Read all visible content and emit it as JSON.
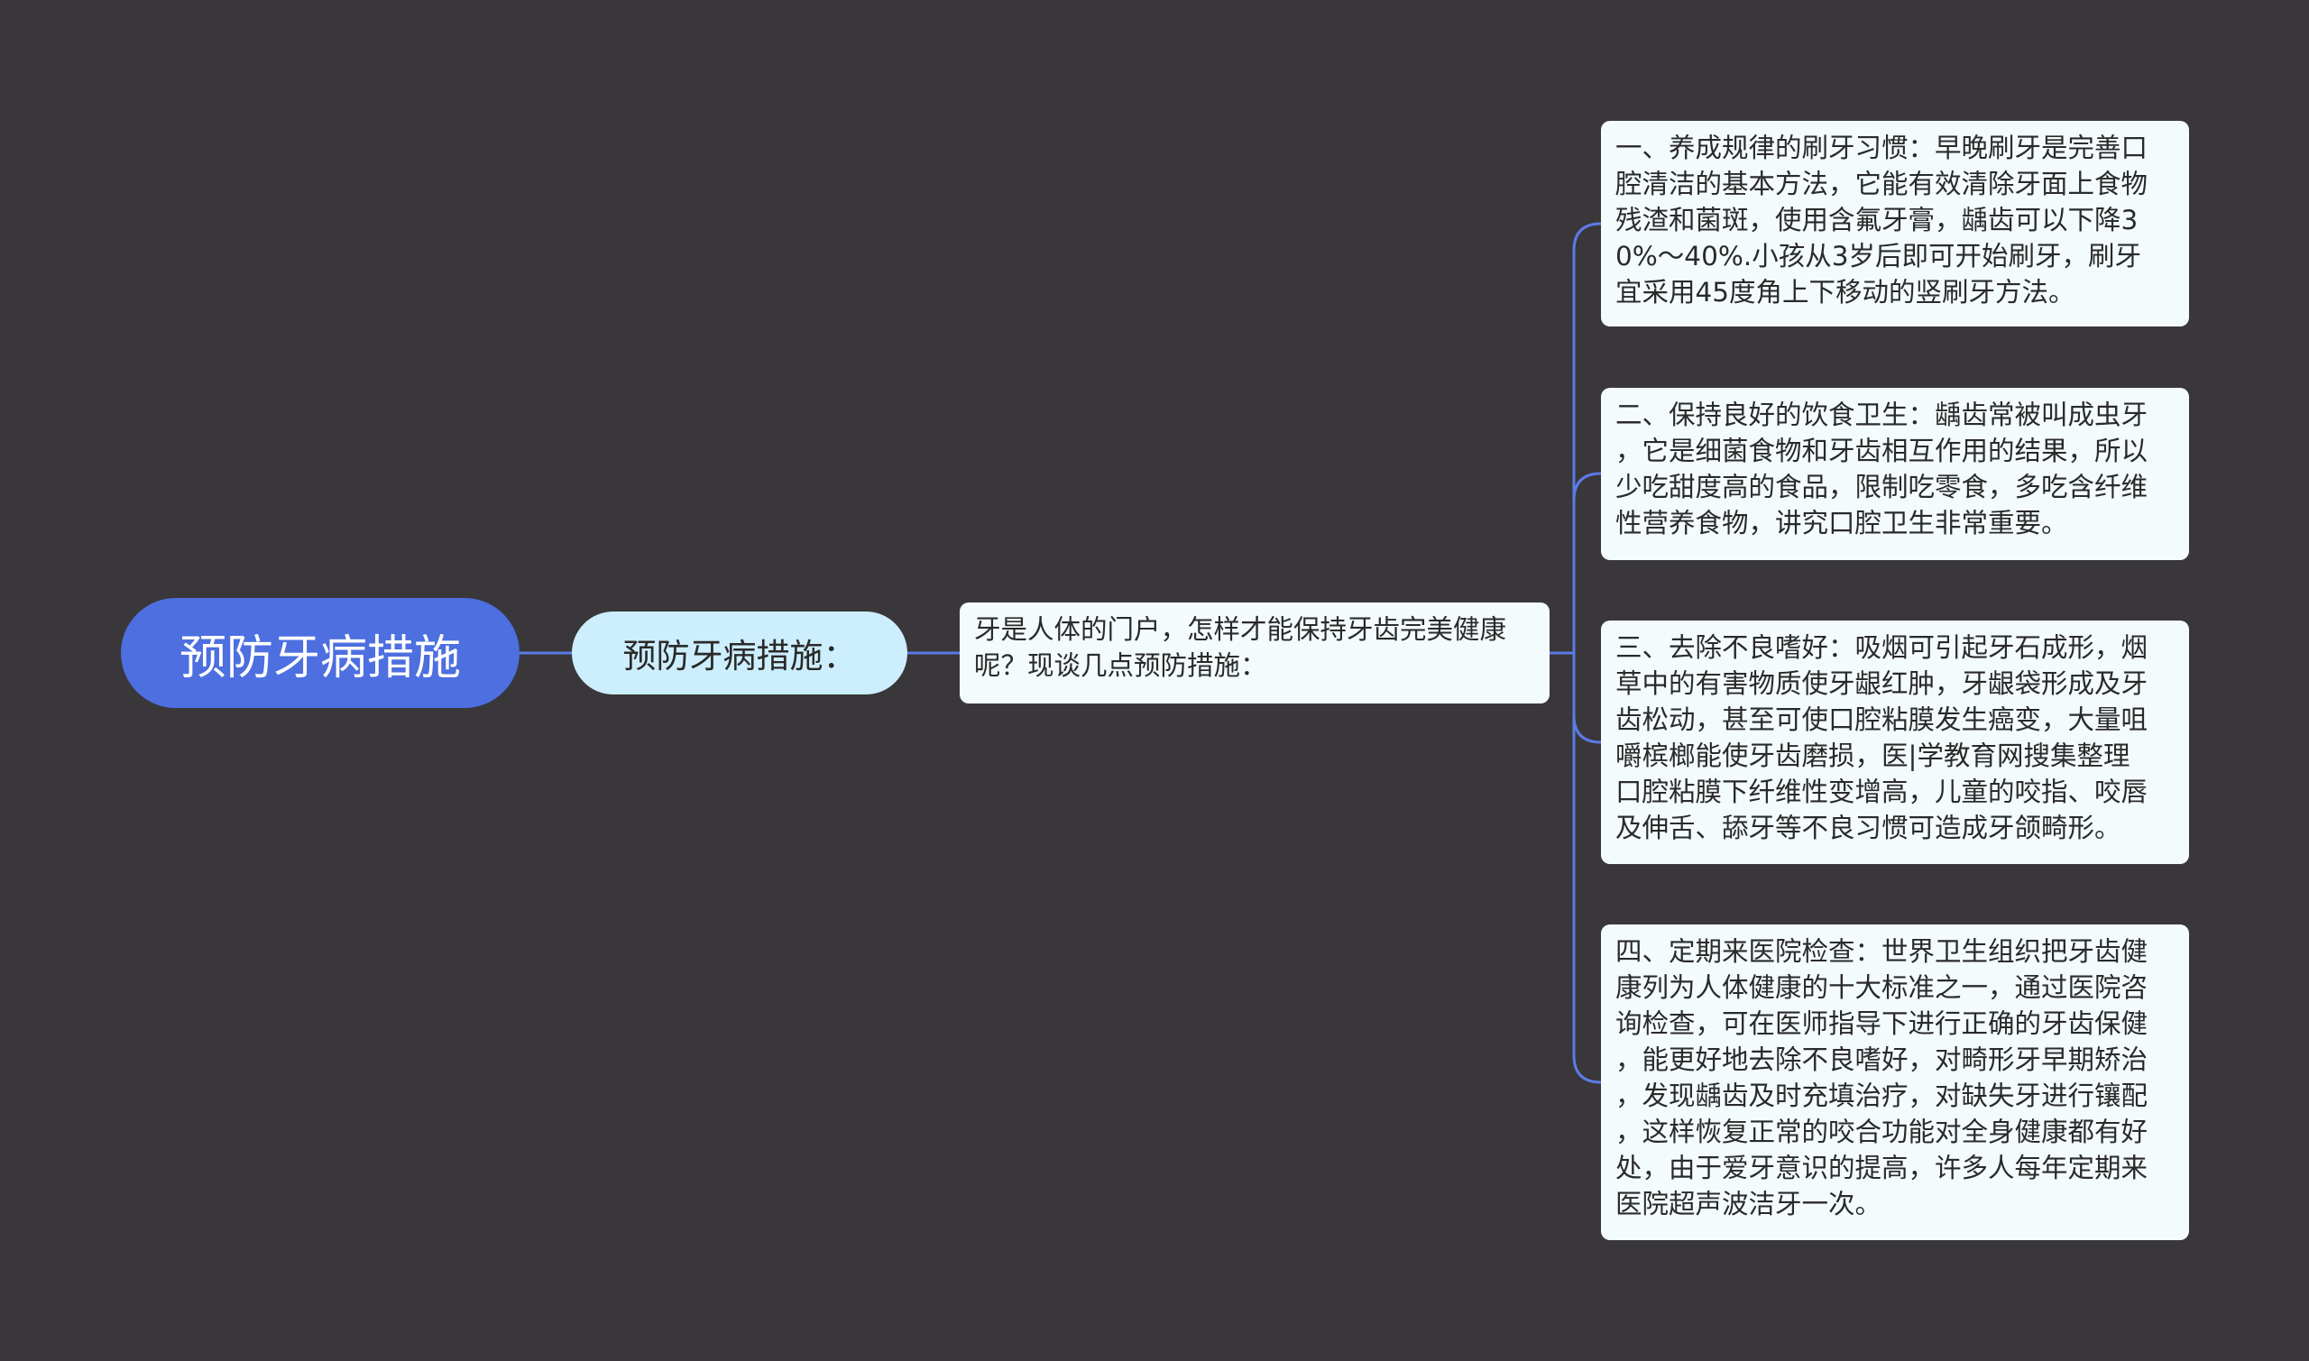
{
  "colors": {
    "background": "#39373a",
    "root_fill": "#4d6fe0",
    "branch_fill": "#cdeefc",
    "card_fill": "#f4fbfd",
    "connector": "#5b7be6"
  },
  "mindmap": {
    "root": "预防牙病措施",
    "branch": "预防牙病措施：",
    "intro": "牙是人体的门户，怎样才能保持牙齿完美健康\n呢？现谈几点预防措施：",
    "tips": [
      "一、养成规律的刷牙习惯：早晚刷牙是完善口\n腔清洁的基本方法，它能有效清除牙面上食物\n残渣和菌斑，使用含氟牙膏，龋齿可以下降3\n0%～40%.小孩从3岁后即可开始刷牙，刷牙\n宜采用45度角上下移动的竖刷牙方法。",
      "二、保持良好的饮食卫生：龋齿常被叫成虫牙\n，它是细菌食物和牙齿相互作用的结果，所以\n少吃甜度高的食品，限制吃零食，多吃含纤维\n性营养食物，讲究口腔卫生非常重要。",
      "三、去除不良嗜好：吸烟可引起牙石成形，烟\n草中的有害物质使牙龈红肿，牙龈袋形成及牙\n齿松动，甚至可使口腔粘膜发生癌变，大量咀\n嚼槟榔能使牙齿磨损，医|学教育网搜集整理\n口腔粘膜下纤维性变增高，儿童的咬指、咬唇\n及伸舌、舔牙等不良习惯可造成牙颌畸形。",
      "四、定期来医院检查：世界卫生组织把牙齿健\n康列为人体健康的十大标准之一，通过医院咨\n询检查，可在医师指导下进行正确的牙齿保健\n，能更好地去除不良嗜好，对畸形牙早期矫治\n，发现龋齿及时充填治疗，对缺失牙进行镶配\n，这样恢复正常的咬合功能对全身健康都有好\n处，由于爱牙意识的提高，许多人每年定期来\n医院超声波洁牙一次。"
    ]
  }
}
